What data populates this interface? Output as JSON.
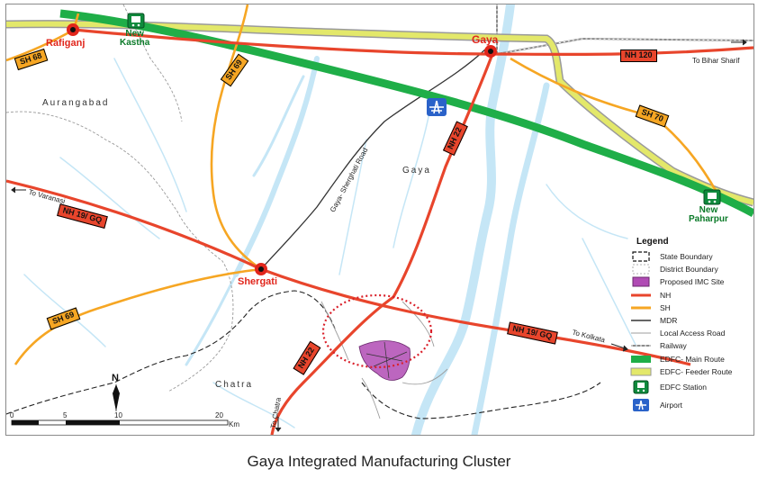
{
  "caption": "Gaya Integrated Manufacturing Cluster",
  "places": {
    "rafiganj": "Rafiganj",
    "new_kastha": "New\nKastha",
    "gaya_town": "Gaya",
    "shergati": "Shergati",
    "new_paharpur": "New\nPaharpur"
  },
  "regions": {
    "aurangabad": "Aurangabad",
    "gaya_district": "Gaya",
    "chatra": "Chatra"
  },
  "road_labels": {
    "sh68": "SH 68",
    "sh69_north": "SH 69",
    "sh69_south": "SH 69",
    "sh70": "SH 70",
    "nh120": "NH 120",
    "nh22_north": "NH 22",
    "nh22_south": "NH 22",
    "nh19_west": "NH 19/ GQ",
    "nh19_east": "NH 19/ GQ",
    "gaya_sherghati_road": "Gaya- Sherghati Road"
  },
  "directions": {
    "bihar_sharif": "To Bihar Sharif",
    "varanasi": "To Varanasi",
    "kolkata": "To Kolkata",
    "chatra": "To Chatra"
  },
  "north_arrow": "N",
  "scale": {
    "ticks": [
      "0",
      "5",
      "10",
      "20"
    ],
    "unit": "Km"
  },
  "legend": {
    "title": "Legend",
    "items": [
      {
        "label": "State Boundary",
        "symbol": "state-boundary"
      },
      {
        "label": "District Boundary",
        "symbol": "district-boundary"
      },
      {
        "label": "Proposed IMC Site",
        "symbol": "imc-site"
      },
      {
        "label": "NH",
        "symbol": "nh-line"
      },
      {
        "label": "SH",
        "symbol": "sh-line"
      },
      {
        "label": "MDR",
        "symbol": "mdr-line"
      },
      {
        "label": "Local Access Road",
        "symbol": "local-road"
      },
      {
        "label": "Railway",
        "symbol": "railway"
      },
      {
        "label": "EDFC- Main Route",
        "symbol": "edfc-main"
      },
      {
        "label": "EDFC- Feeder Route",
        "symbol": "edfc-feeder"
      },
      {
        "label": "EDFC Station",
        "symbol": "edfc-station"
      },
      {
        "label": "Airport",
        "symbol": "airport"
      }
    ]
  },
  "colors": {
    "nh": "#e8452c",
    "sh": "#f6a623",
    "edfc_main": "#1fae48",
    "edfc_feeder": "#e3e86a",
    "imc_site": "#b04bb4",
    "river": "#bfe3f5",
    "town_marker": "#e1261c"
  }
}
